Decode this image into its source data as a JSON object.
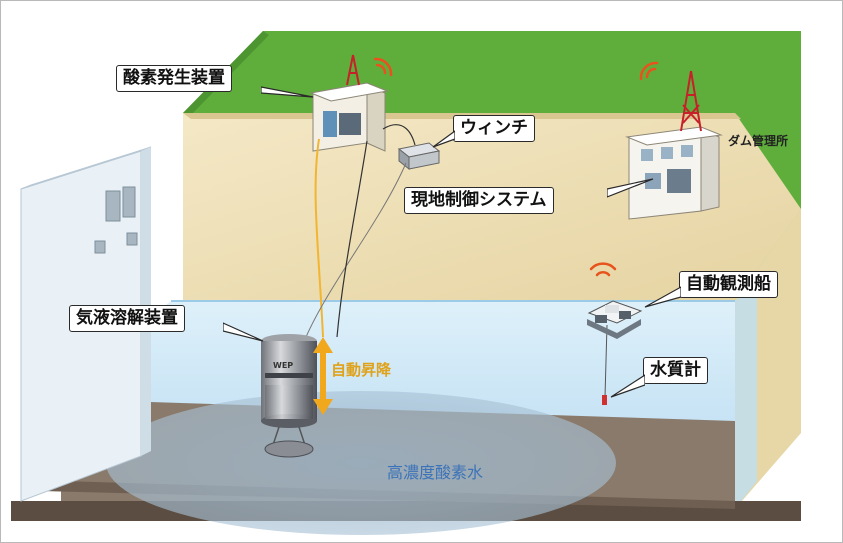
{
  "labels": {
    "oxygen_generator": "酸素発生装置",
    "winch": "ウィンチ",
    "local_control": "現地制御システム",
    "dam_office": "ダム管理所",
    "gas_liquid_dissolver": "気液溶解装置",
    "auto_lift": "自動昇降",
    "auto_observation_boat": "自動観測船",
    "water_quality_meter": "水質計",
    "high_concentration_oxygen_water": "高濃度酸素水"
  },
  "device_mark": "WEP",
  "colors": {
    "grass": "#5fae3c",
    "soil": "#efe0b6",
    "water": "#bfe0f4",
    "bottom": "#7a6a5c",
    "lift_arrow": "#f2a81d",
    "oxygen_plume": "#9fb6c8",
    "wifi": "#e8531d",
    "tower": "#c8202a"
  },
  "icons": [
    "wifi-signal-icon",
    "radio-tower-icon",
    "lift-arrow-icon"
  ]
}
